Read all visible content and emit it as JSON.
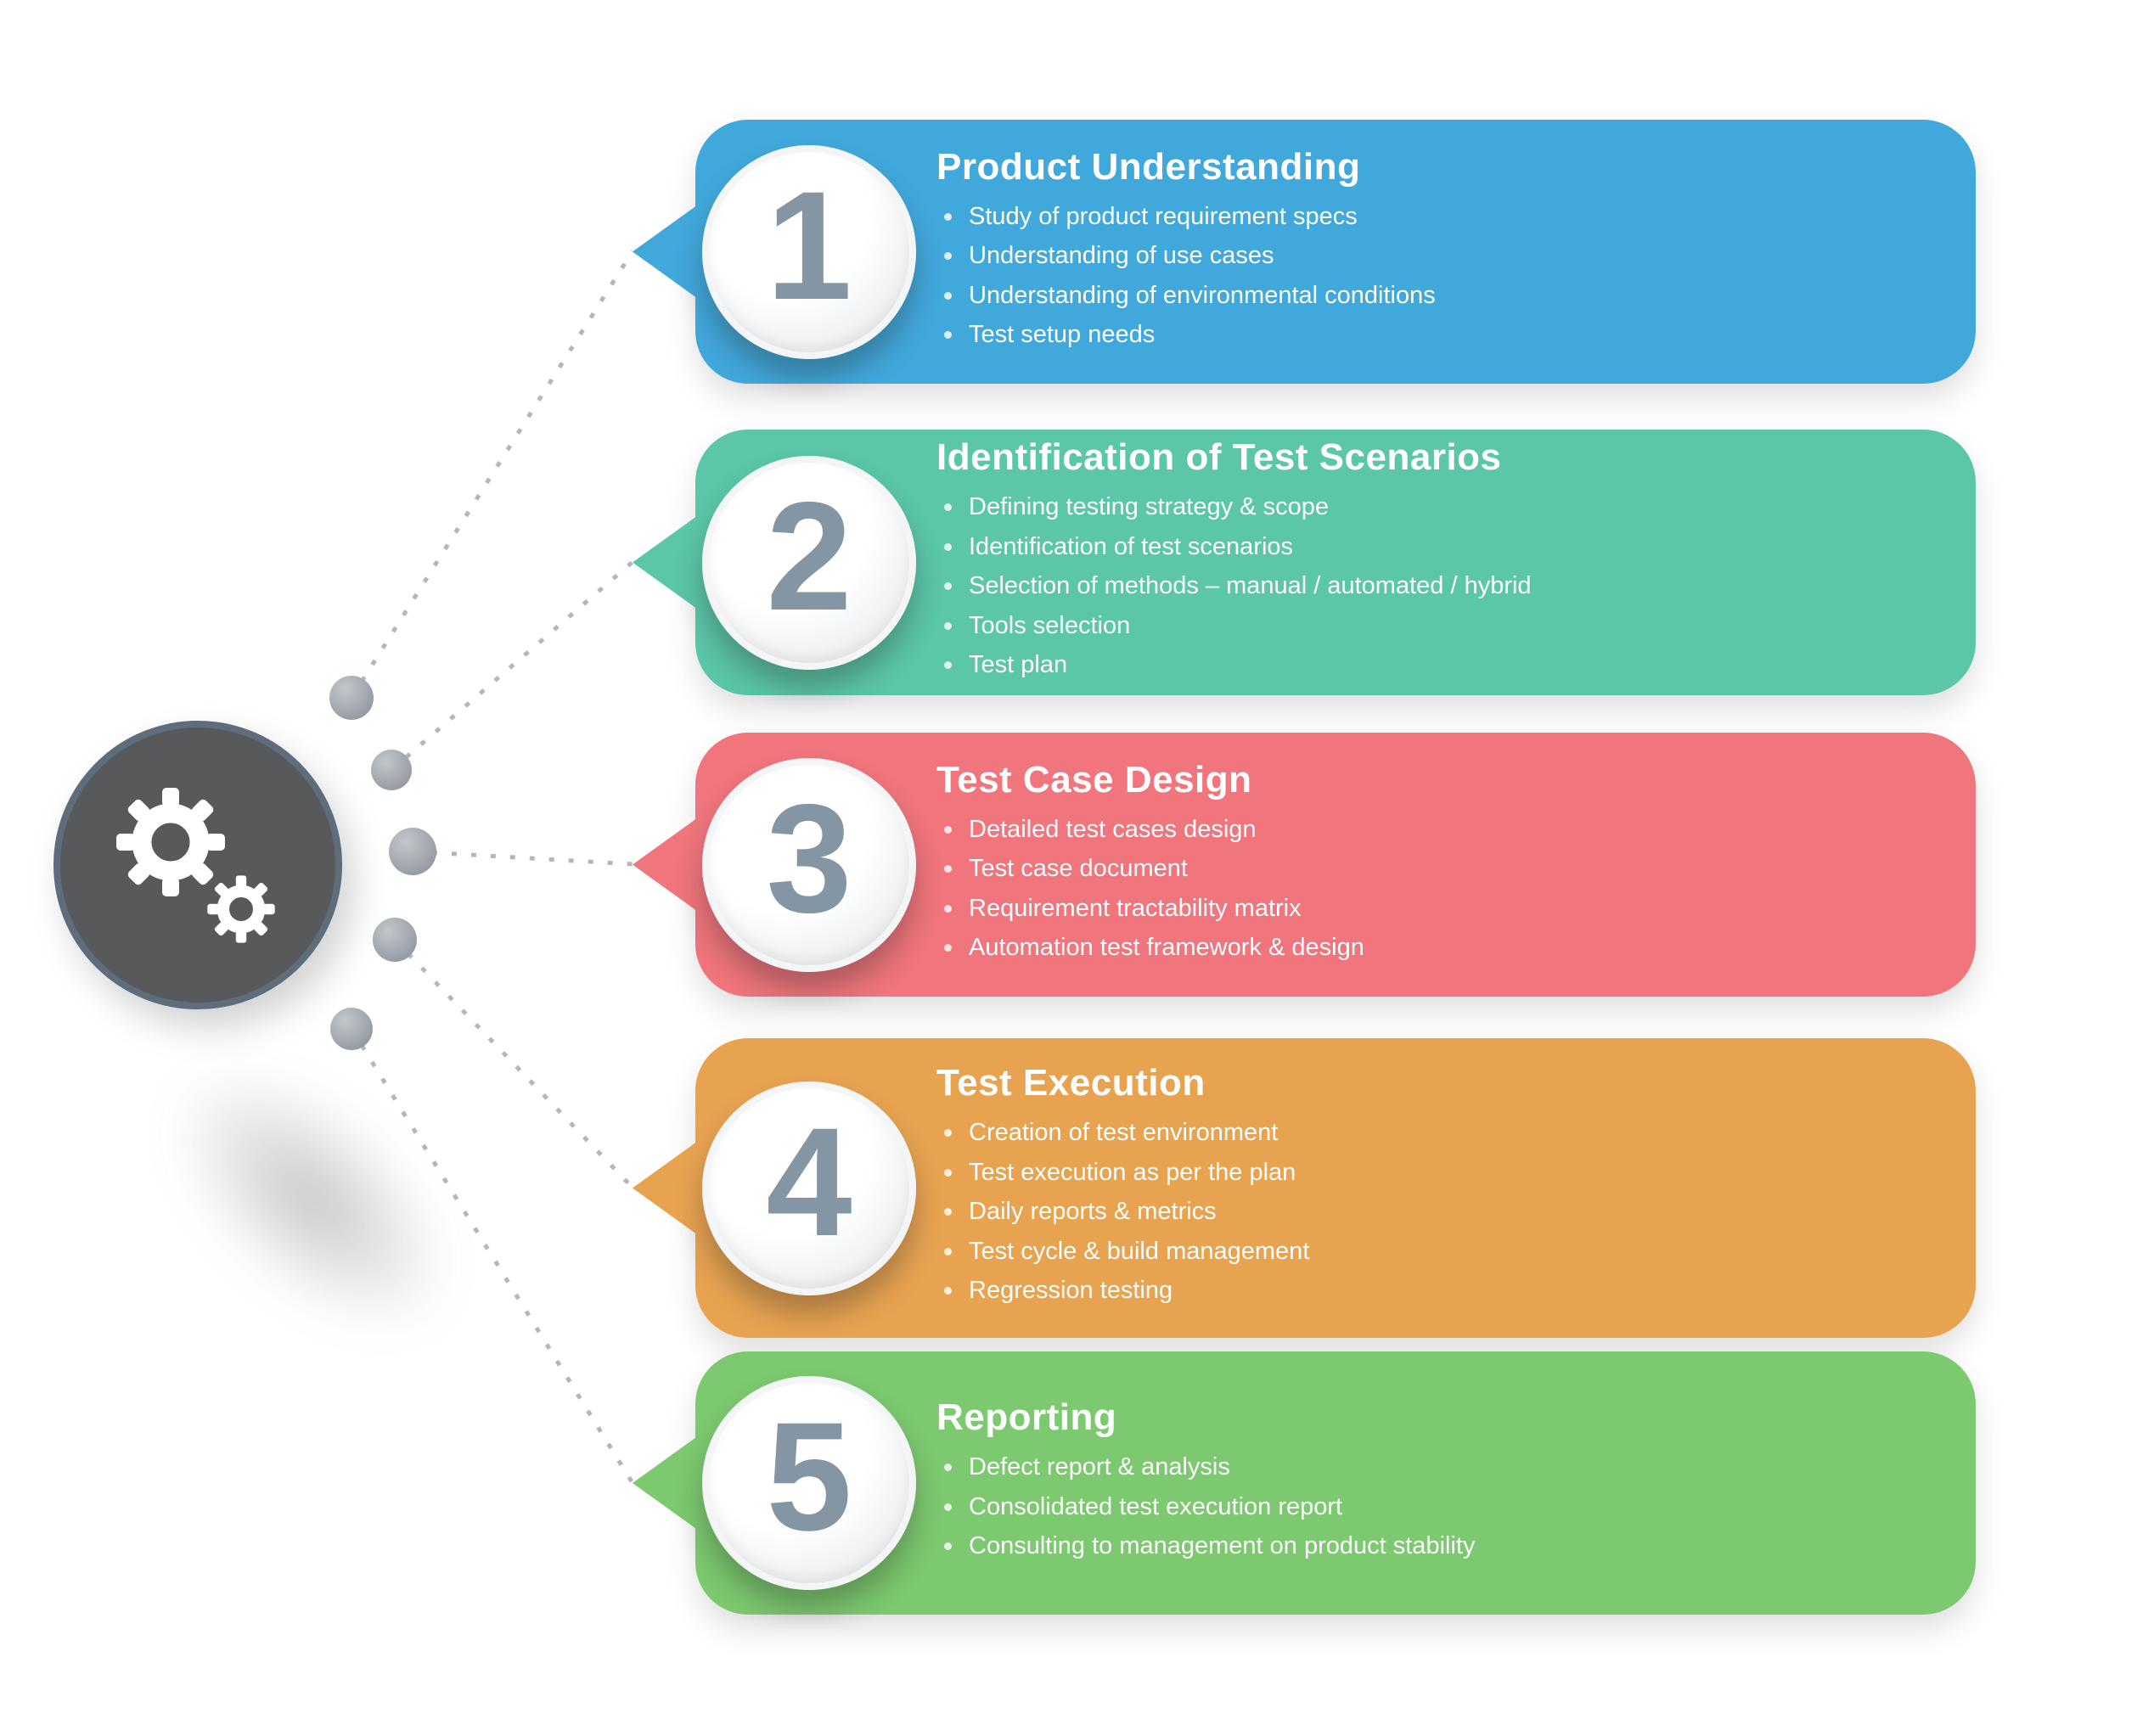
{
  "palette": {
    "number_color": "#8495A3",
    "hub_color": "#58595B",
    "hub_ring_color": "#5D6D7B",
    "connector_color": "#B4B7BA",
    "dot_color": "#99A1A8",
    "gear_color": "#FFFFFF"
  },
  "hub": {
    "icon": "gears-icon"
  },
  "steps": [
    {
      "number": "1",
      "title": "Product Understanding",
      "color": "#41A8DB",
      "bullets": [
        "Study of product requirement specs",
        "Understanding of use cases",
        "Understanding of environmental conditions",
        "Test setup needs"
      ]
    },
    {
      "number": "2",
      "title": "Identification of Test Scenarios",
      "color": "#5BC6A8",
      "bullets": [
        "Defining testing strategy & scope",
        "Identification of test scenarios",
        "Selection of methods – manual / automated / hybrid",
        "Tools selection",
        "Test plan"
      ]
    },
    {
      "number": "3",
      "title": "Test Case Design",
      "color": "#F0757C",
      "bullets": [
        "Detailed test cases design",
        "Test case document",
        "Requirement tractability matrix",
        "Automation test framework & design"
      ]
    },
    {
      "number": "4",
      "title": "Test Execution",
      "color": "#E8A351",
      "bullets": [
        "Creation of test environment",
        "Test execution as per the plan",
        "Daily reports & metrics",
        "Test cycle & build management",
        "Regression testing"
      ]
    },
    {
      "number": "5",
      "title": "Reporting",
      "color": "#7CC96F",
      "bullets": [
        "Defect report & analysis",
        "Consolidated test execution report",
        "Consulting to management on product stability"
      ]
    }
  ]
}
